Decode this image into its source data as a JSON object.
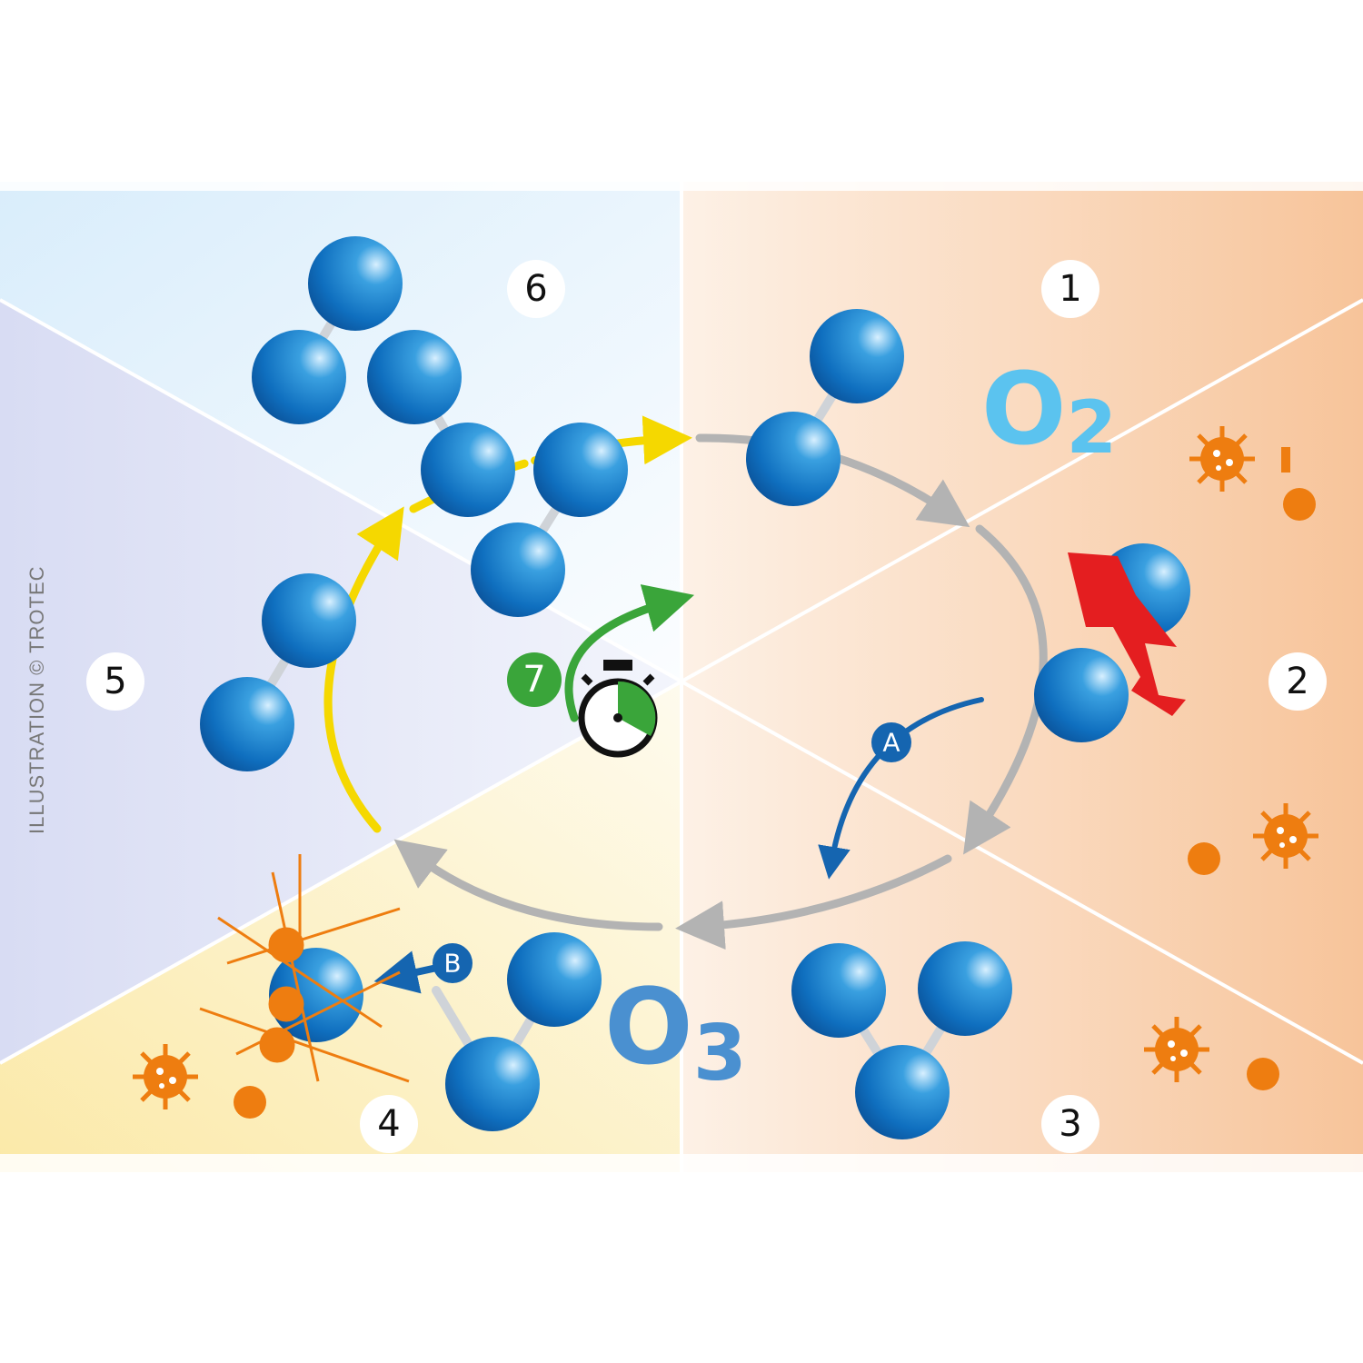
{
  "steps": {
    "s1": "1",
    "s2": "2",
    "s3": "3",
    "s4": "4",
    "s5": "5",
    "s6": "6",
    "s7": "7"
  },
  "markers": {
    "a": "A",
    "b": "B"
  },
  "formulas": {
    "o2_main": "O",
    "o2_sub": "2",
    "o3_main": "O",
    "o3_sub": "3"
  },
  "credit": "ILLUSTRATION © TROTEC",
  "colors": {
    "molecule": "#1a7fc8",
    "arrow_grey": "#b3b3b3",
    "arrow_yellow": "#f5d800",
    "arrow_green": "#3aa53a",
    "arrow_blue": "#1565b0",
    "lightning": "#e41e20",
    "bacteria": "#ee7d10",
    "o2_text": "#5bc3ef",
    "o3_text": "#4a90d0"
  }
}
